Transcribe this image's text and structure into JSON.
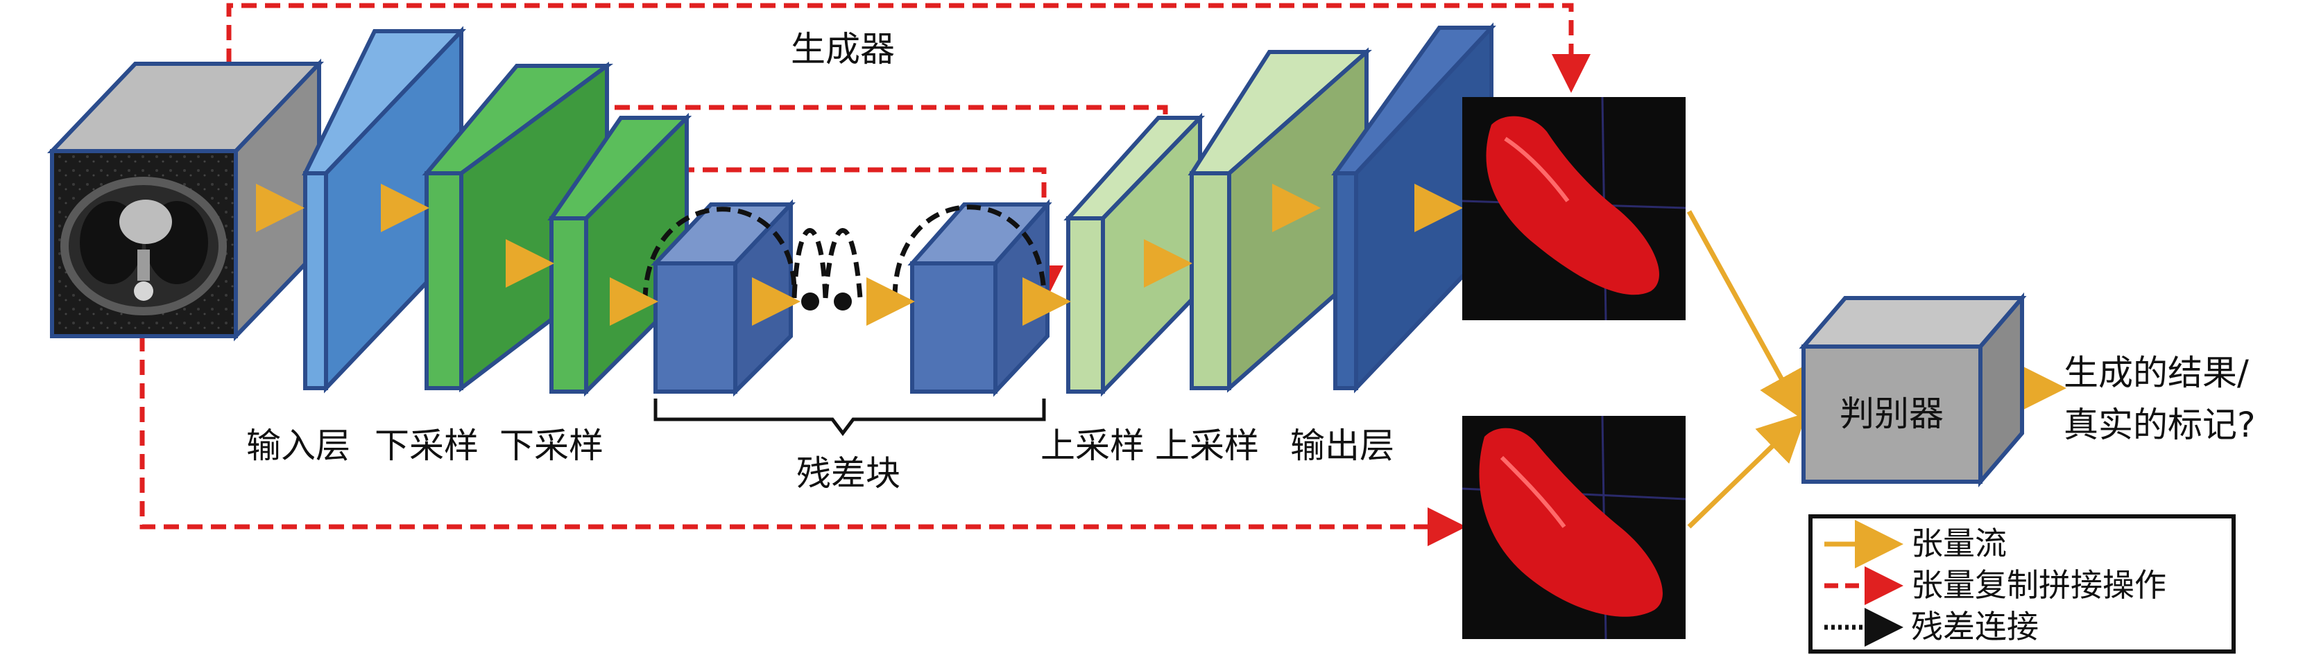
{
  "generator_label": "生成器",
  "layers": {
    "input": "输入层",
    "down1": "下采样",
    "down2": "下采样",
    "up1": "上采样",
    "up2": "上采样",
    "output": "输出层"
  },
  "residual_block_label": "残差块",
  "discriminator_label": "判别器",
  "result_line1": "生成的结果/",
  "result_line2": "真实的标记?",
  "legend": {
    "tensor_flow": "张量流",
    "copy_concat": "张量复制拼接操作",
    "residual_conn": "残差连接"
  },
  "colors": {
    "tensor_flow": "#E8A92B",
    "copy_concat": "#E02020",
    "residual": "#111111",
    "input_face": "#8E8E8E",
    "input_top": "#BDBDBD",
    "blue_light": "#4A86C8",
    "green_dark": "#3E9A3E",
    "res_block": "#4F73B5",
    "green_light": "#A9CC8C",
    "blue_dark": "#2F5596",
    "discriminator": "#A7A7A7",
    "outline": "#2B4C8C",
    "mask_red": "#D8141A"
  }
}
